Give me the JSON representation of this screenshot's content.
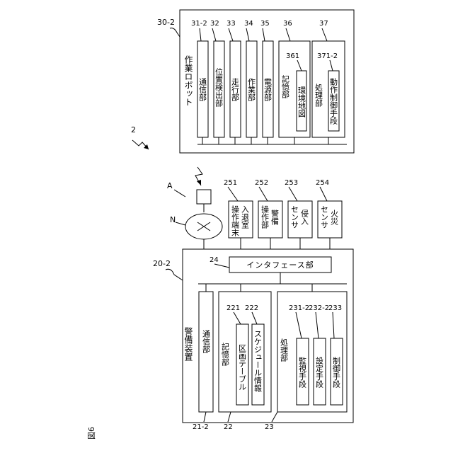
{
  "figure_label": "図6",
  "ref_system": "2",
  "robot": {
    "ref": "30-2",
    "title": "作業ロボット",
    "units": [
      {
        "ref": "31-2",
        "label": "通信部"
      },
      {
        "ref": "32",
        "label": "位置検出部"
      },
      {
        "ref": "33",
        "label": "走行部"
      },
      {
        "ref": "34",
        "label": "作業部"
      },
      {
        "ref": "35",
        "label": "電源部"
      }
    ],
    "storage": {
      "ref": "36",
      "label": "記憶部",
      "map_ref": "361",
      "map_label": "環境地図"
    },
    "processor": {
      "ref": "37",
      "label": "処理部",
      "ctrl_ref": "371-2",
      "ctrl_label": "動作制御手段"
    }
  },
  "network": {
    "node_label": "N",
    "antenna_label": "A"
  },
  "external": [
    {
      "ref": "251",
      "line1": "入退室",
      "line2": "操作端末"
    },
    {
      "ref": "252",
      "line1": "警備",
      "line2": "操作部"
    },
    {
      "ref": "253",
      "line1": "侵入",
      "line2": "センサ"
    },
    {
      "ref": "254",
      "line1": "火災",
      "line2": "センサ"
    }
  ],
  "security": {
    "ref": "20-2",
    "title": "警備装置",
    "interface": {
      "ref": "24",
      "label": "インタフェース部"
    },
    "comm": {
      "ref": "21-2",
      "label": "通信部"
    },
    "storage": {
      "ref": "22",
      "label": "記憶部",
      "items": [
        {
          "ref": "221",
          "label": "区画テーブル"
        },
        {
          "ref": "222",
          "label": "スケジュール情報"
        }
      ]
    },
    "processor": {
      "ref": "23",
      "label": "処理部",
      "items": [
        {
          "ref": "231-2",
          "label": "監視手段"
        },
        {
          "ref": "232-2",
          "label": "設定手段"
        },
        {
          "ref": "233",
          "label": "制御手段"
        }
      ]
    }
  }
}
